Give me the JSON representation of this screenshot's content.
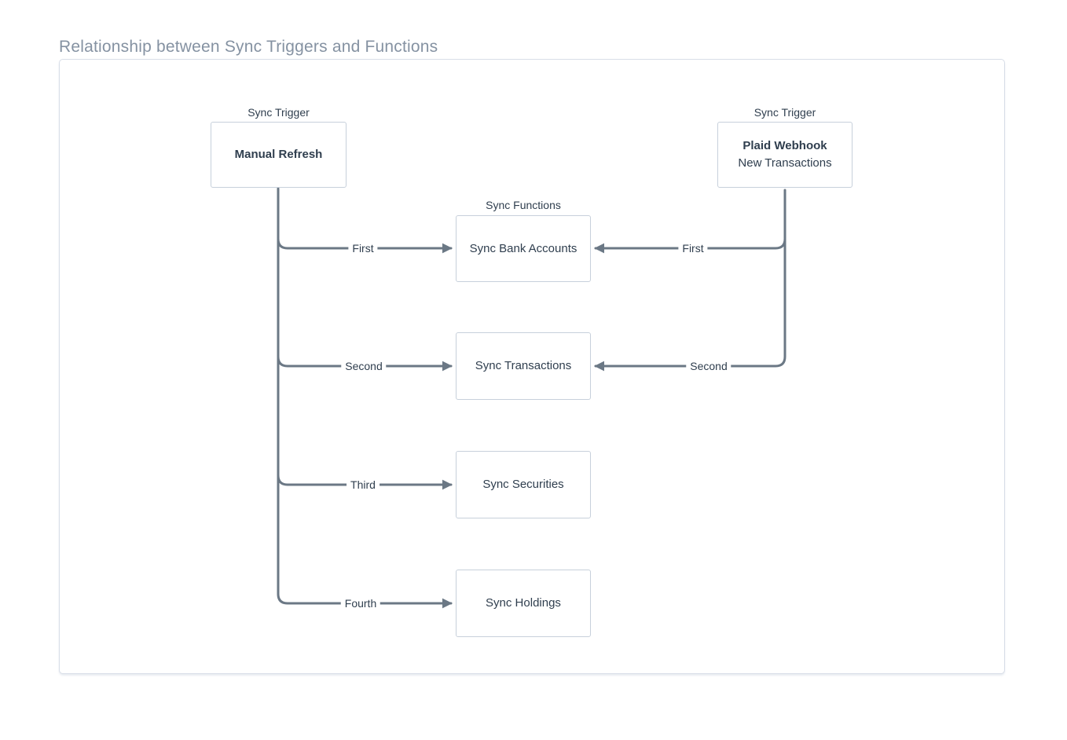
{
  "page": {
    "title": "Relationship between Sync Triggers and Functions"
  },
  "diagram": {
    "triggers": [
      {
        "group_label": "Sync Trigger",
        "title": "Manual Refresh",
        "subtitle": ""
      },
      {
        "group_label": "Sync Trigger",
        "title": "Plaid Webhook",
        "subtitle": "New Transactions"
      }
    ],
    "functions_group_label": "Sync Functions",
    "functions": [
      {
        "title": "Sync Bank Accounts"
      },
      {
        "title": "Sync Transactions"
      },
      {
        "title": "Sync Securities"
      },
      {
        "title": "Sync Holdings"
      }
    ],
    "edges": [
      {
        "from": "Manual Refresh",
        "to": "Sync Bank Accounts",
        "label": "First"
      },
      {
        "from": "Manual Refresh",
        "to": "Sync Transactions",
        "label": "Second"
      },
      {
        "from": "Manual Refresh",
        "to": "Sync Securities",
        "label": "Third"
      },
      {
        "from": "Manual Refresh",
        "to": "Sync Holdings",
        "label": "Fourth"
      },
      {
        "from": "Plaid Webhook",
        "to": "Sync Bank Accounts",
        "label": "First"
      },
      {
        "from": "Plaid Webhook",
        "to": "Sync Transactions",
        "label": "Second"
      }
    ],
    "colors": {
      "connector": "#6b7885",
      "node_border": "#c7d0db",
      "node_text": "#2f3e4e",
      "title_text": "#8592a2",
      "canvas_border": "#d8dee8"
    }
  }
}
